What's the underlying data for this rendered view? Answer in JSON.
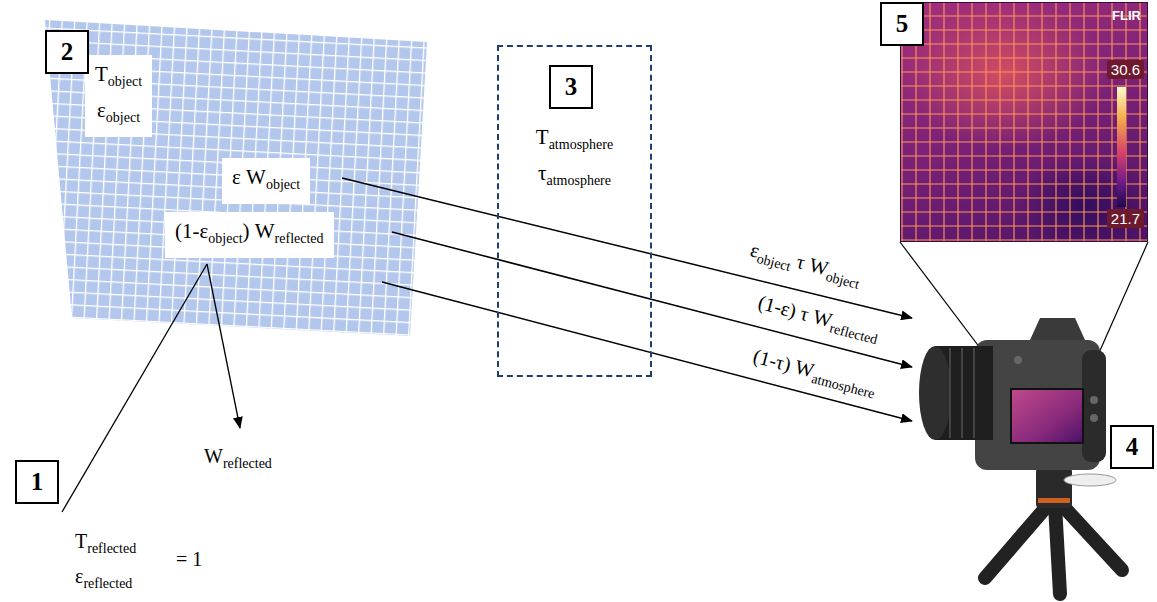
{
  "diagram": {
    "nodes": [
      {
        "text": [
          "2"
        ]
      },
      {
        "text": [
          "T",
          "object",
          "ε",
          "object"
        ]
      },
      {
        "text": [
          "ε W",
          "object"
        ]
      },
      {
        "text": [
          "(1-ε",
          "object",
          ") W",
          "reflected"
        ]
      },
      {
        "text": [
          "T",
          "atmosphere",
          "τ",
          "atmosphere"
        ]
      },
      {
        "text": [
          "3"
        ],
        "in": 4
      },
      {
        "text": [
          "1"
        ]
      },
      {
        "text": [
          "5"
        ]
      },
      {
        "text": [
          "FLIR",
          "30.6",
          "21.7"
        ]
      },
      {
        "text": [
          "4"
        ]
      }
    ],
    "labels": [
      "ε",
      "object",
      "τ W",
      "object",
      "(1-ε) τ W",
      "reflected",
      "(1-τ) W",
      "atmosphere",
      "W",
      "reflected",
      "T",
      "reflected",
      "ε",
      "reflected",
      "= 1"
    ]
  }
}
